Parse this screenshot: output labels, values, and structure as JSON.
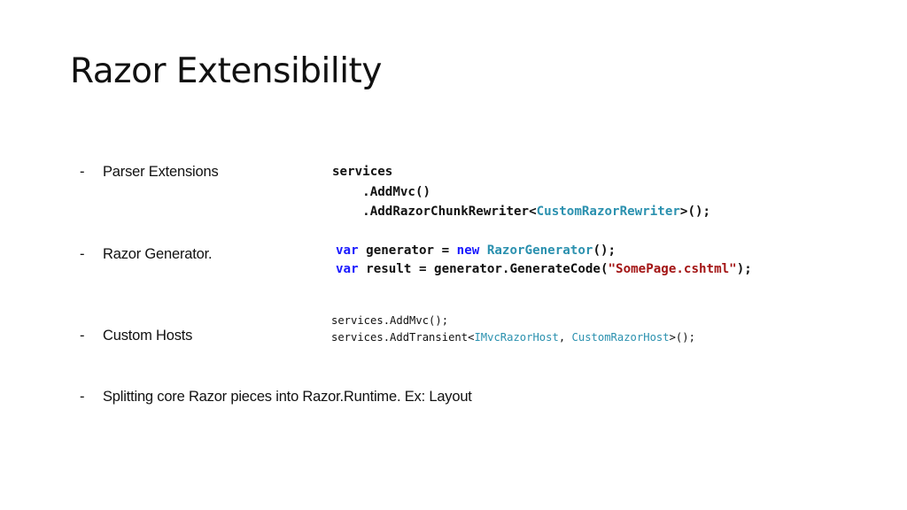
{
  "slide": {
    "title": "Razor Extensibility",
    "bullets": [
      {
        "dash": "-",
        "text": "Parser Extensions"
      },
      {
        "dash": "-",
        "text": "Razor Generator."
      },
      {
        "dash": "-",
        "text": "Custom Hosts"
      },
      {
        "dash": "-",
        "text": "Splitting core Razor pieces into Razor.Runtime. Ex: Layout"
      }
    ]
  },
  "code": {
    "parser": {
      "l1": "services",
      "l2": "    .AddMvc()",
      "l3_pre": "    .AddRazorChunkRewriter<",
      "l3_type": "CustomRazorRewriter",
      "l3_post": ">();"
    },
    "generator": {
      "l1_kw": "var",
      "l1_mid": " generator = ",
      "l1_new": "new",
      "l1_sp": " ",
      "l1_type": "RazorGenerator",
      "l1_post": "();",
      "l2_kw": "var",
      "l2_mid": " result = generator.GenerateCode(",
      "l2_str": "\"SomePage.cshtml\"",
      "l2_post": ");"
    },
    "hosts": {
      "l1": "services.AddMvc();",
      "l2_pre": "services.AddTransient<",
      "l2_t1": "IMvcRazorHost",
      "l2_sep": ", ",
      "l2_t2": "CustomRazorHost",
      "l2_post": ">();"
    }
  },
  "colors": {
    "keyword": "#1a1aff",
    "type": "#2b91af",
    "string": "#a31515"
  }
}
